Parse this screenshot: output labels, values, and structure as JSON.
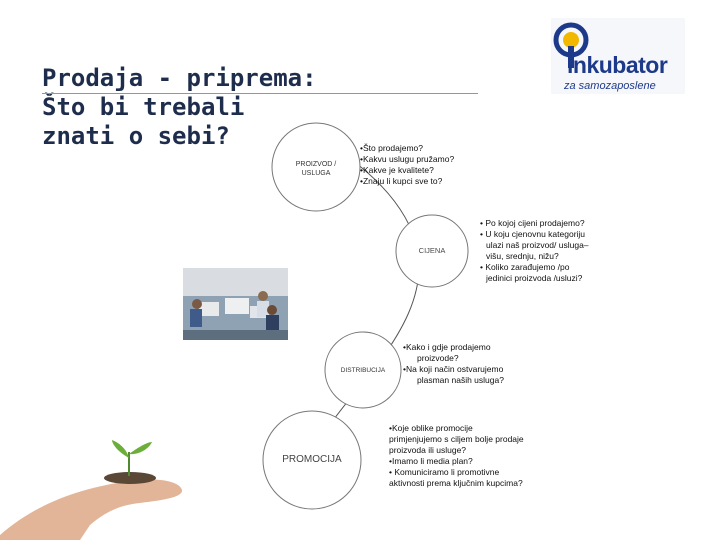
{
  "title": [
    "Prodaja - priprema:",
    "Što bi trebali",
    "znati o sebi?"
  ],
  "logo": {
    "main": "inkubator",
    "sub": "za samozaposlene"
  },
  "nodes": {
    "proizvod": [
      "PROIZVOD /",
      "USLUGA"
    ],
    "cijena": "CIJENA",
    "distribucija": "DISTRIBUCIJA",
    "promocija": "PROMOCIJA"
  },
  "notes": {
    "proizvod": [
      "•Što prodajemo?",
      "•Kakvu uslugu pružamo?",
      "•Kakve je kvalitete?",
      "•Znaju li kupci sve to?"
    ],
    "cijena": [
      "• Po kojoj cijeni prodajemo?",
      "• U koju cjenovnu kategoriju",
      "ulazi naš proizvod/ usluga–",
      "višu, srednju, nižu?",
      "• Koliko zarađujemo /po",
      "jedinici proizvoda /usluzi?"
    ],
    "distribucija": [
      "•Kako i gdje prodajemo",
      "proizvode?",
      "•Na koji način ostvarujemo",
      "plasman naših usluga?"
    ],
    "promocija": [
      "•Koje oblike promocije",
      "primjenjujemo s ciljem bolje prodaje",
      "proizvoda ili usluge?",
      "•Imamo li media plan?",
      "• Komuniciramo li promotivne",
      "aktivnosti prema ključnim kupcima?"
    ]
  },
  "colors": {
    "title": "#1f2d4d",
    "logo": "#1d3a8a",
    "logo_accent": "#f2b800",
    "arc": "#555555"
  }
}
